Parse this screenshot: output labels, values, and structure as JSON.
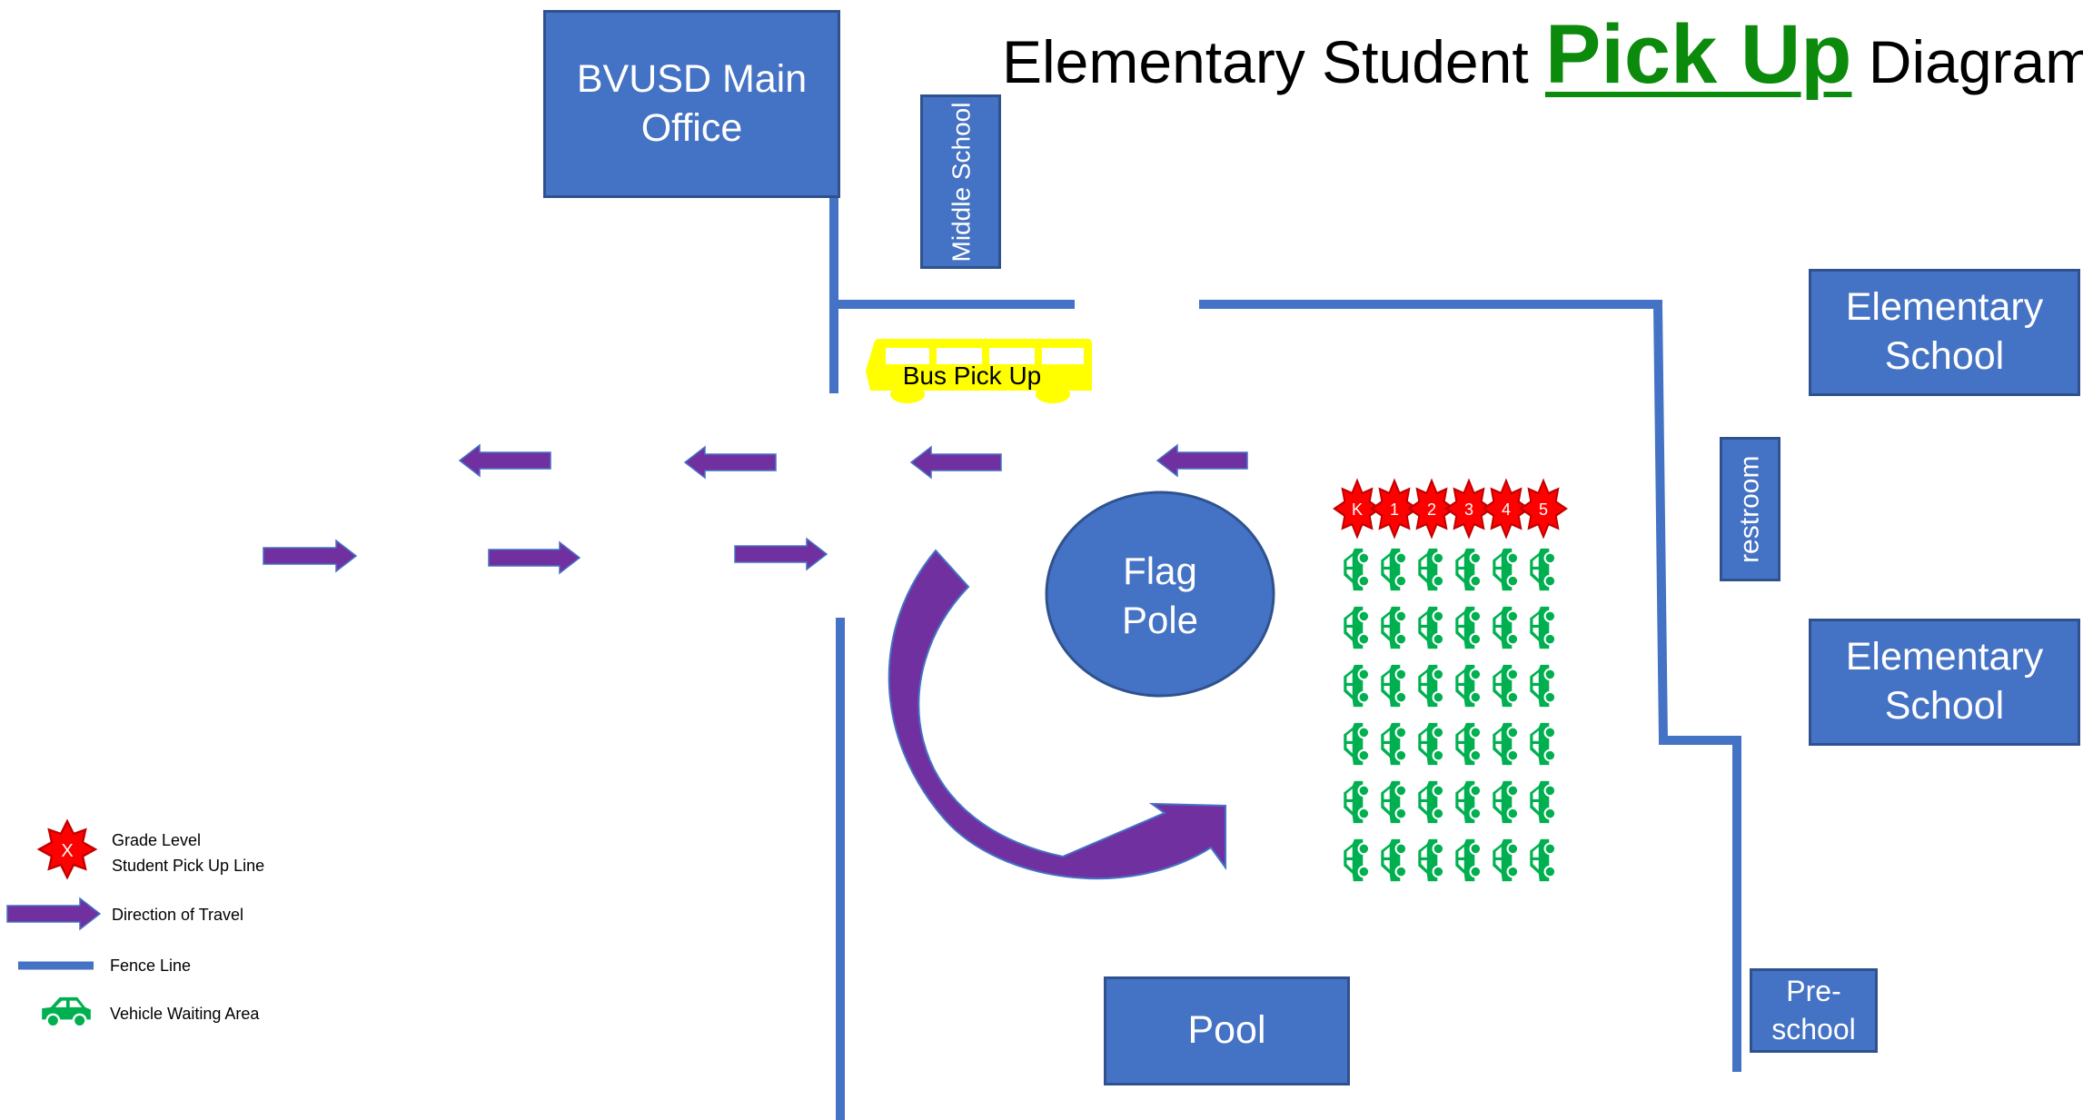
{
  "title": {
    "before": "Elementary Student ",
    "highlight": "Pick Up",
    "after": " Diagram"
  },
  "buildings": {
    "main_office": "BVUSD Main Office",
    "middle_school": "Middle School",
    "elementary_1": "Elementary School",
    "elementary_2": "Elementary School",
    "restroom": "restroom",
    "flag_pole": "Flag Pole",
    "pool": "Pool",
    "preschool": "Pre-school"
  },
  "bus": {
    "label": "Bus Pick Up",
    "color": "#FFFF00"
  },
  "grade_levels": [
    "K",
    "1",
    "2",
    "3",
    "4",
    "5"
  ],
  "vehicle_rows_per_grade": 6,
  "legend": {
    "grade_marker_letter": "X",
    "grade_line_line1": "Grade Level",
    "grade_line_line2": "Student Pick Up Line",
    "direction": "Direction of Travel",
    "fence": "Fence Line",
    "vehicle": "Vehicle Waiting Area"
  },
  "colors": {
    "building": "#4472C4",
    "fence": "#4472C4",
    "arrow": "#7030A0",
    "vehicle": "#00B050",
    "grade_marker": "#FF0000",
    "title_highlight": "#0B8A0B"
  }
}
